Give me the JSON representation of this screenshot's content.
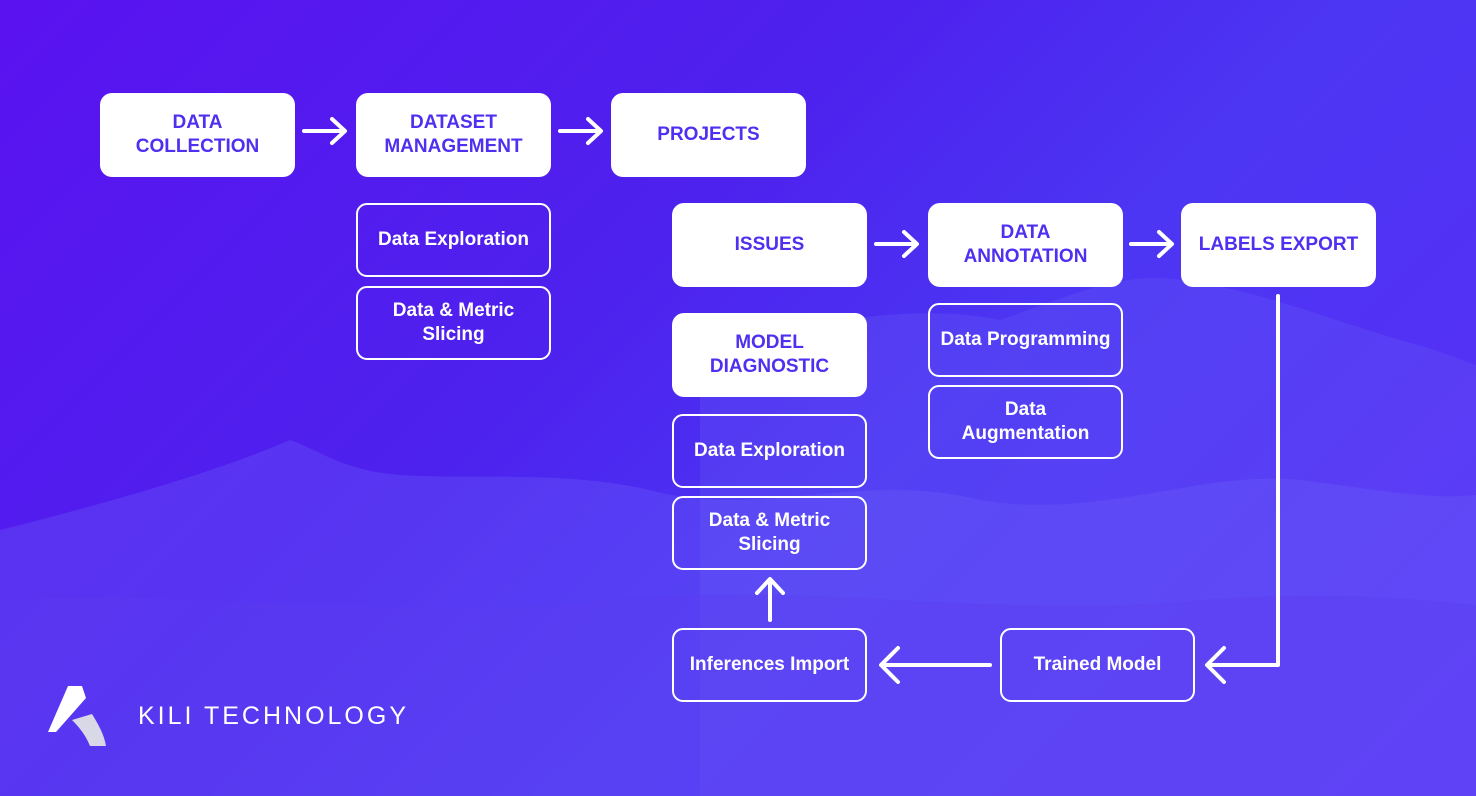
{
  "boxes": {
    "data_collection": "DATA COLLECTION",
    "dataset_management": "DATASET MANAGEMENT",
    "projects": "PROJECTS",
    "data_exploration_1": "Data Exploration",
    "data_metric_slicing_1": "Data & Metric Slicing",
    "issues": "ISSUES",
    "data_annotation": "DATA ANNOTATION",
    "labels_export": "LABELS EXPORT",
    "model_diagnostic": "MODEL DIAGNOSTIC",
    "data_programming": "Data Programming",
    "data_augmentation": "Data Augmentation",
    "data_exploration_2": "Data Exploration",
    "data_metric_slicing_2": "Data & Metric Slicing",
    "inferences_import": "Inferences Import",
    "trained_model": "Trained Model"
  },
  "logo": {
    "text": "KILI TECHNOLOGY",
    "icon": "kili-logo-icon"
  },
  "colors": {
    "box_fill": "#ffffff",
    "box_text": "#4f2ff0",
    "arrow": "#ffffff",
    "background_start": "#5a12f0",
    "background_end": "#4c36f3"
  }
}
